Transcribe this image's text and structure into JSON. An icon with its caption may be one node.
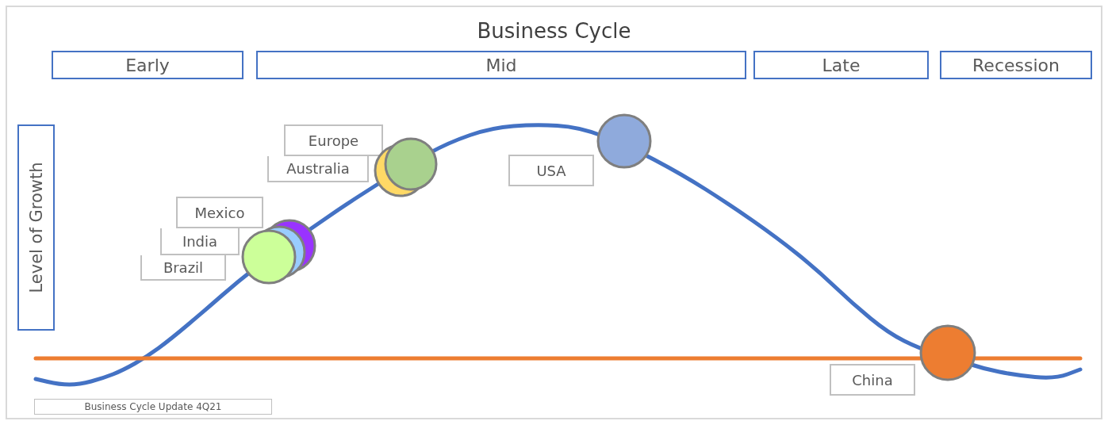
{
  "diagram": {
    "title": "Business Cycle",
    "nodes": [
      {
        "text": [
          "Early"
        ]
      },
      {
        "text": [
          "Mid"
        ]
      },
      {
        "text": [
          "Late"
        ]
      },
      {
        "text": [
          "Recession"
        ]
      },
      {
        "text": [
          "Level of Growth"
        ]
      },
      {
        "text": [
          "Europe"
        ]
      },
      {
        "text": [
          "Australia"
        ]
      },
      {
        "text": [
          "USA"
        ]
      },
      {
        "text": [
          "Mexico"
        ]
      },
      {
        "text": [
          "India"
        ]
      },
      {
        "text": [
          "Brazil"
        ]
      },
      {
        "text": [
          "China"
        ]
      },
      {
        "text": [
          "Business Cycle Update 4Q21"
        ]
      }
    ]
  }
}
